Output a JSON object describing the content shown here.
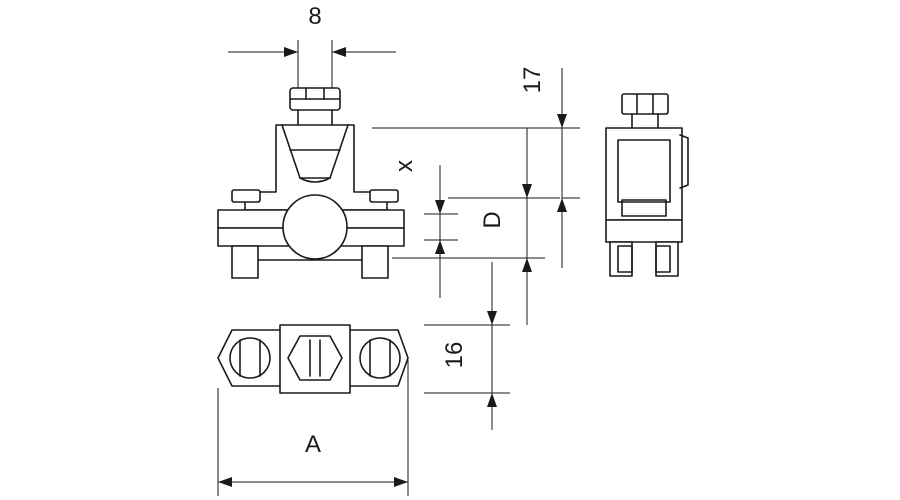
{
  "dimensions": {
    "screw_width": "8",
    "top_height": "17",
    "clamp_offset": "x",
    "diameter": "D",
    "base_height": "16",
    "base_length": "A"
  }
}
